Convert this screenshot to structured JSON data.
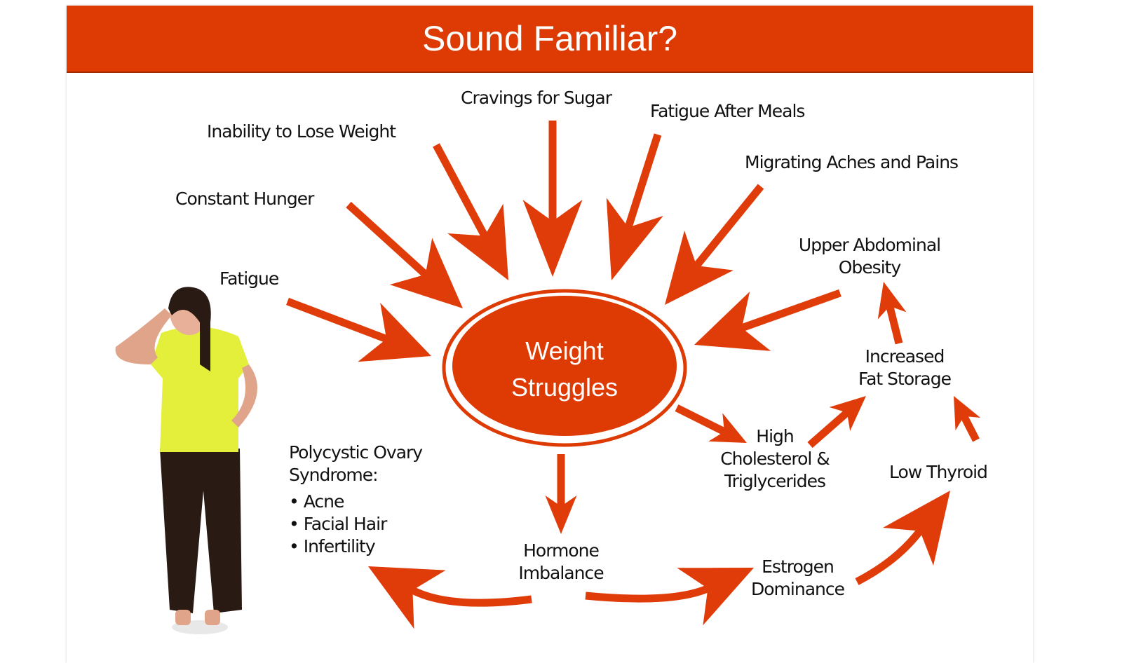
{
  "title": "Sound Familiar?",
  "center": {
    "line1": "Weight",
    "line2": "Struggles"
  },
  "causes": {
    "fatigue": "Fatigue",
    "constant_hunger": "Constant Hunger",
    "inability": "Inability to Lose Weight",
    "cravings": "Cravings for Sugar",
    "fatigue_meals": "Fatigue After Meals",
    "migrating": "Migrating Aches and Pains",
    "upper_abdominal_1": "Upper Abdominal",
    "upper_abdominal_2": "Obesity"
  },
  "effects": {
    "increased_fat_1": "Increased",
    "increased_fat_2": "Fat Storage",
    "high_chol_1": "High",
    "high_chol_2": "Cholesterol &",
    "high_chol_3": "Triglycerides",
    "low_thyroid": "Low Thyroid",
    "hormone_1": "Hormone",
    "hormone_2": "Imbalance",
    "estrogen_1": "Estrogen",
    "estrogen_2": "Dominance",
    "pcos_1": "Polycystic Ovary",
    "pcos_2": "Syndrome:",
    "pcos_items": [
      "• Acne",
      "• Facial Hair",
      "• Infertility"
    ]
  },
  "colors": {
    "accent": "#de3a04",
    "arrow": "#e03c0a"
  }
}
